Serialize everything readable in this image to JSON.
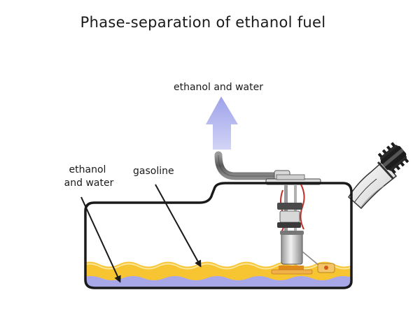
{
  "diagram": {
    "title": "Phase-separation of ethanol fuel",
    "labels": {
      "escaping": "ethanol and water",
      "bottom_layer_line1": "ethanol",
      "bottom_layer_line2": "and water",
      "middle_layer": "gasoline"
    },
    "colors": {
      "tank_outline": "#1a1a1a",
      "gasoline_layer": "#f7c531",
      "gasoline_highlight": "#fbe59a",
      "water_layer": "#a8a8e8",
      "arrow_fill": "#b4b6ec",
      "pump_metal": "#c8c8c8",
      "pump_wire_red": "#c0302a",
      "hose": "#6c6c6c"
    },
    "icons": {
      "rising_vapor": "up-arrow",
      "fuel_cap": "gear-cap-icon"
    }
  }
}
